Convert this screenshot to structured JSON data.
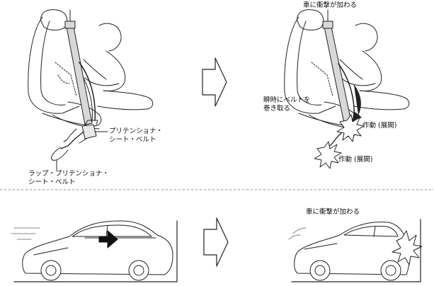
{
  "top_right_caption": "車に衝撃が加わる",
  "bottom_right_caption": "車に衝撃が加わる",
  "pretensioner_label": [
    "プリテンショナ・",
    "シート・ベルト"
  ],
  "lap_pretensioner_label": [
    "ラップ・プリテンショナ・",
    "シート・ベルト"
  ],
  "retract_label": [
    "瞬時にベルトを",
    "巻き取る"
  ],
  "activation_upper": "作動 (展開)",
  "activation_lower": "作動 (展開)"
}
